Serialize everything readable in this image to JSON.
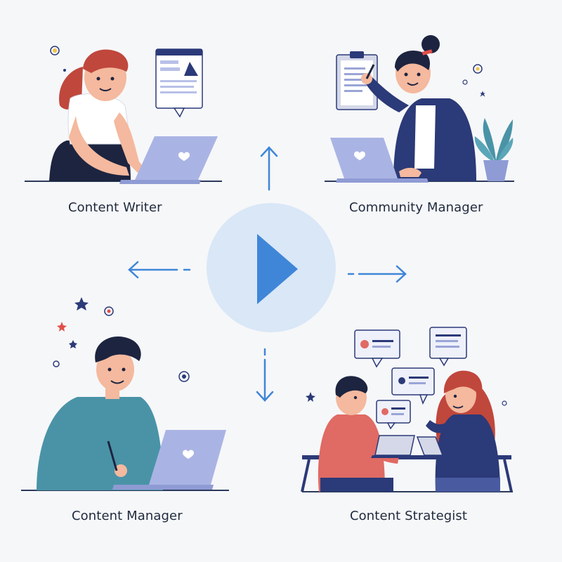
{
  "roles": {
    "content_writer": "Content Writer",
    "community_manager": "Community Manager",
    "content_manager": "Content Manager",
    "content_strategist": "Content Strategist"
  },
  "colors": {
    "background": "#f6f7f9",
    "accent_blue": "#3f86d8",
    "circle_fill": "#d9e7f7",
    "laptop": "#aab4e4",
    "navy": "#2b3a78",
    "red_shirt": "#e06a64",
    "teal_shirt": "#4a93a7",
    "hair_red": "#c0473c",
    "hair_dark": "#1d2440"
  },
  "icons": [
    "play-icon",
    "arrow-up-icon",
    "arrow-down-icon",
    "arrow-left-icon",
    "arrow-right-icon",
    "laptop-icon",
    "plant-icon",
    "clipboard-icon",
    "chat-bubble-icon",
    "star-icon"
  ]
}
